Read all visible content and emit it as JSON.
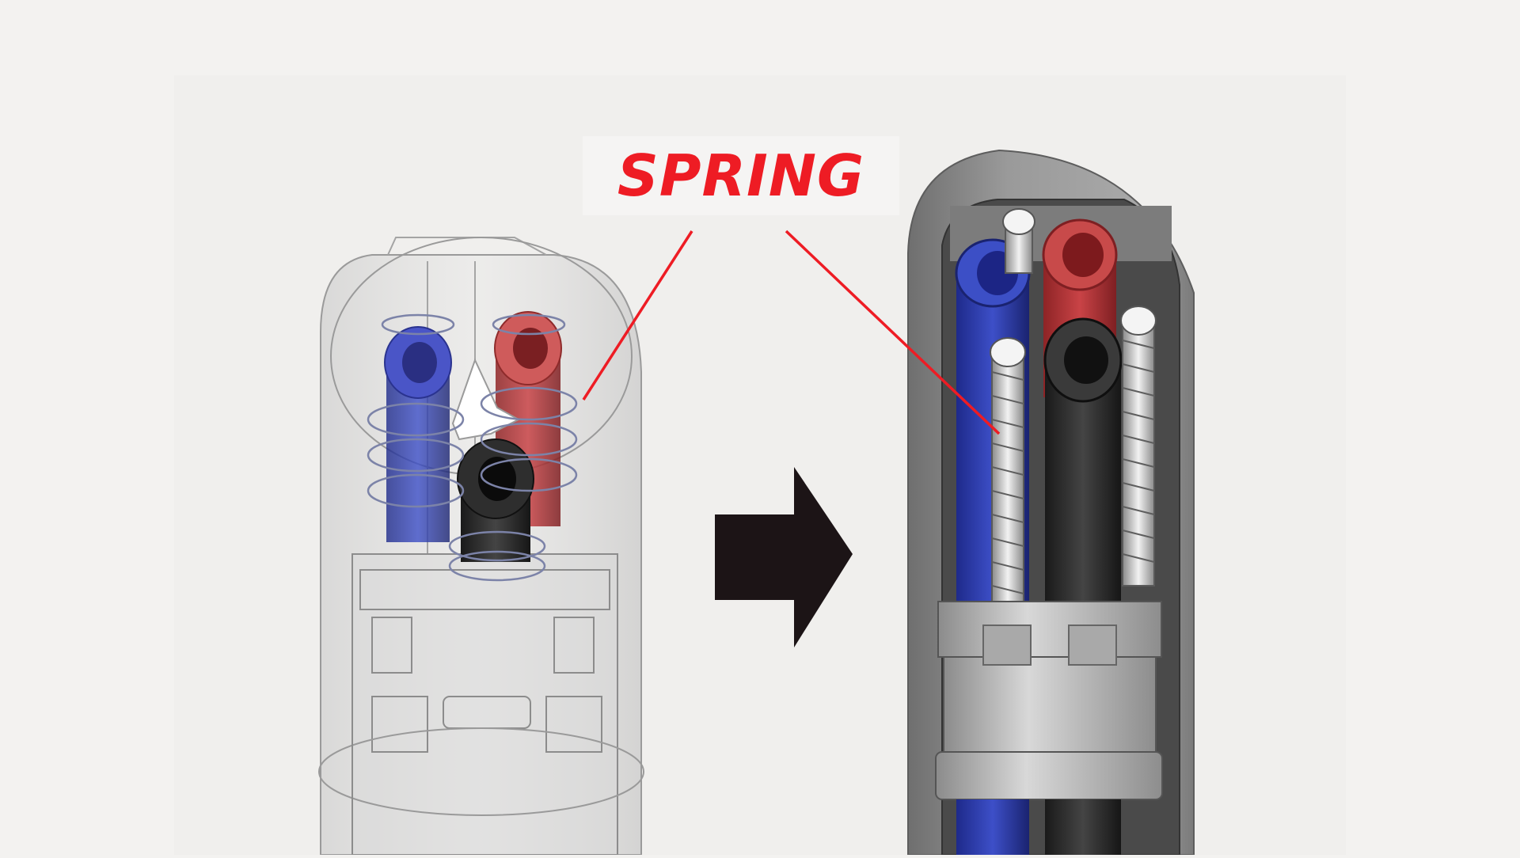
{
  "callout": {
    "label": "SPRING",
    "color": "#ee1c24"
  },
  "panels": [
    {
      "id": "before",
      "style": "transparent-wireframe"
    },
    {
      "id": "after",
      "style": "shaded-cutaway"
    }
  ],
  "parts": {
    "tubes": [
      {
        "name": "blue",
        "color": "#3f47b8"
      },
      {
        "name": "red",
        "color": "#c84a4a"
      },
      {
        "name": "black",
        "color": "#262626"
      }
    ],
    "spring_color": "#c9c9c9"
  },
  "arrow": {
    "direction": "right",
    "color": "#1c1416"
  }
}
